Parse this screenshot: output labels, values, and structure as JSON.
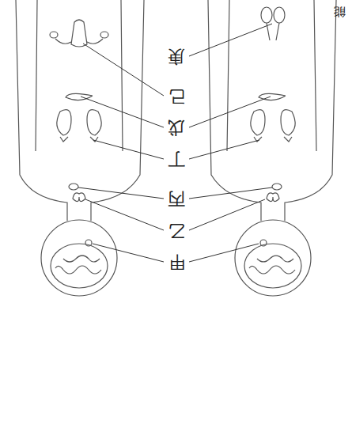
{
  "diagram": {
    "labels": [
      "甲",
      "乙",
      "丙",
      "丁",
      "戊",
      "己",
      "庚",
      "能"
    ]
  }
}
